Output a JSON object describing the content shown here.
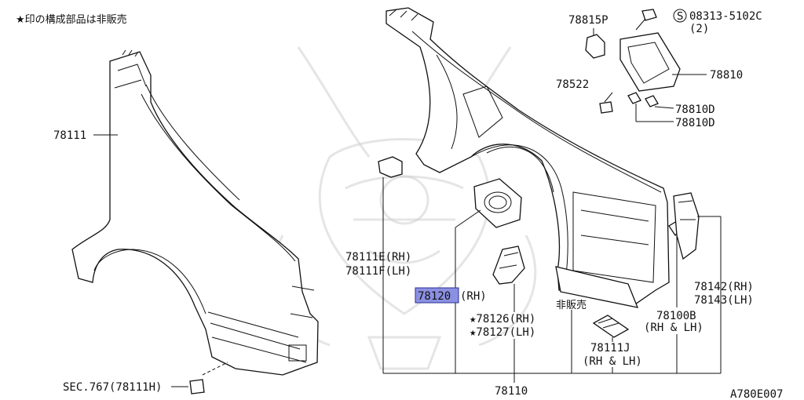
{
  "header_note": "★印の構成部品は非販売",
  "diagram_code": "A780E007",
  "highlight_color": "#8b90e3",
  "parts": {
    "p78111": "78111",
    "p78111E": "78111E(RH)",
    "p78111F": "78111F(LH)",
    "p78120_num": "78120",
    "p78120_side": "(RH)",
    "p78126": "★78126(RH)",
    "p78127": "★78127(LH)",
    "not_sold": "非販売",
    "p78111J": "78111J",
    "p78111J_side": "(RH & LH)",
    "p78110": "78110",
    "p78100B": "78100B",
    "p78100B_side": "(RH & LH)",
    "p78142": "78142(RH)",
    "p78143": "78143(LH)",
    "p78815P": "78815P",
    "bolt_symbol": "S",
    "bolt": "08313-5102C",
    "bolt_qty": "(2)",
    "p78810": "78810",
    "p78522": "78522",
    "p78810D_a": "78810D",
    "p78810D_b": "78810D",
    "sec_ref": "SEC.767(78111H)"
  }
}
